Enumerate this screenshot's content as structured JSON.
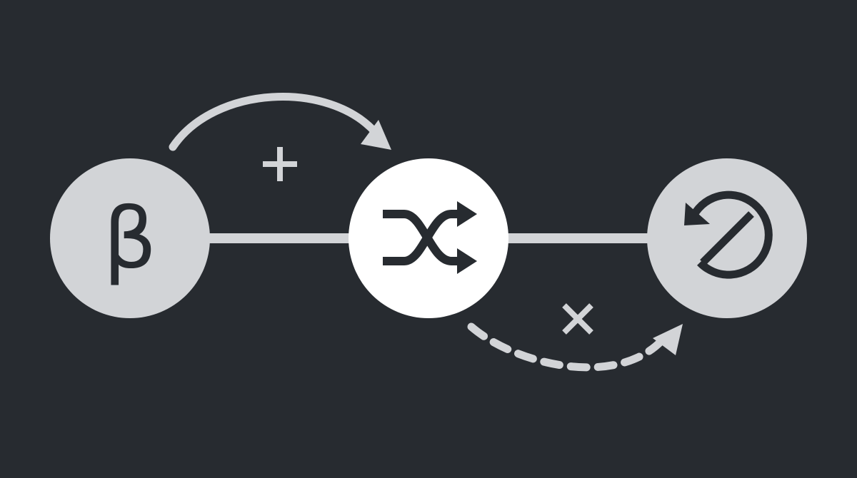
{
  "colors": {
    "background": "#272b30",
    "light": "#d2d4d7",
    "white": "#ffffff",
    "dark": "#272b30"
  },
  "nodes": [
    {
      "id": "beta",
      "label": "β",
      "icon": "beta-symbol"
    },
    {
      "id": "shuffle",
      "icon": "shuffle-icon"
    },
    {
      "id": "undo-disabled",
      "icon": "undo-disabled-icon"
    }
  ],
  "edges": [
    {
      "from": "beta",
      "to": "shuffle",
      "style": "solid-arc",
      "marker": "+"
    },
    {
      "from": "shuffle",
      "to": "undo-disabled",
      "style": "dashed-arc",
      "marker": "×"
    }
  ]
}
